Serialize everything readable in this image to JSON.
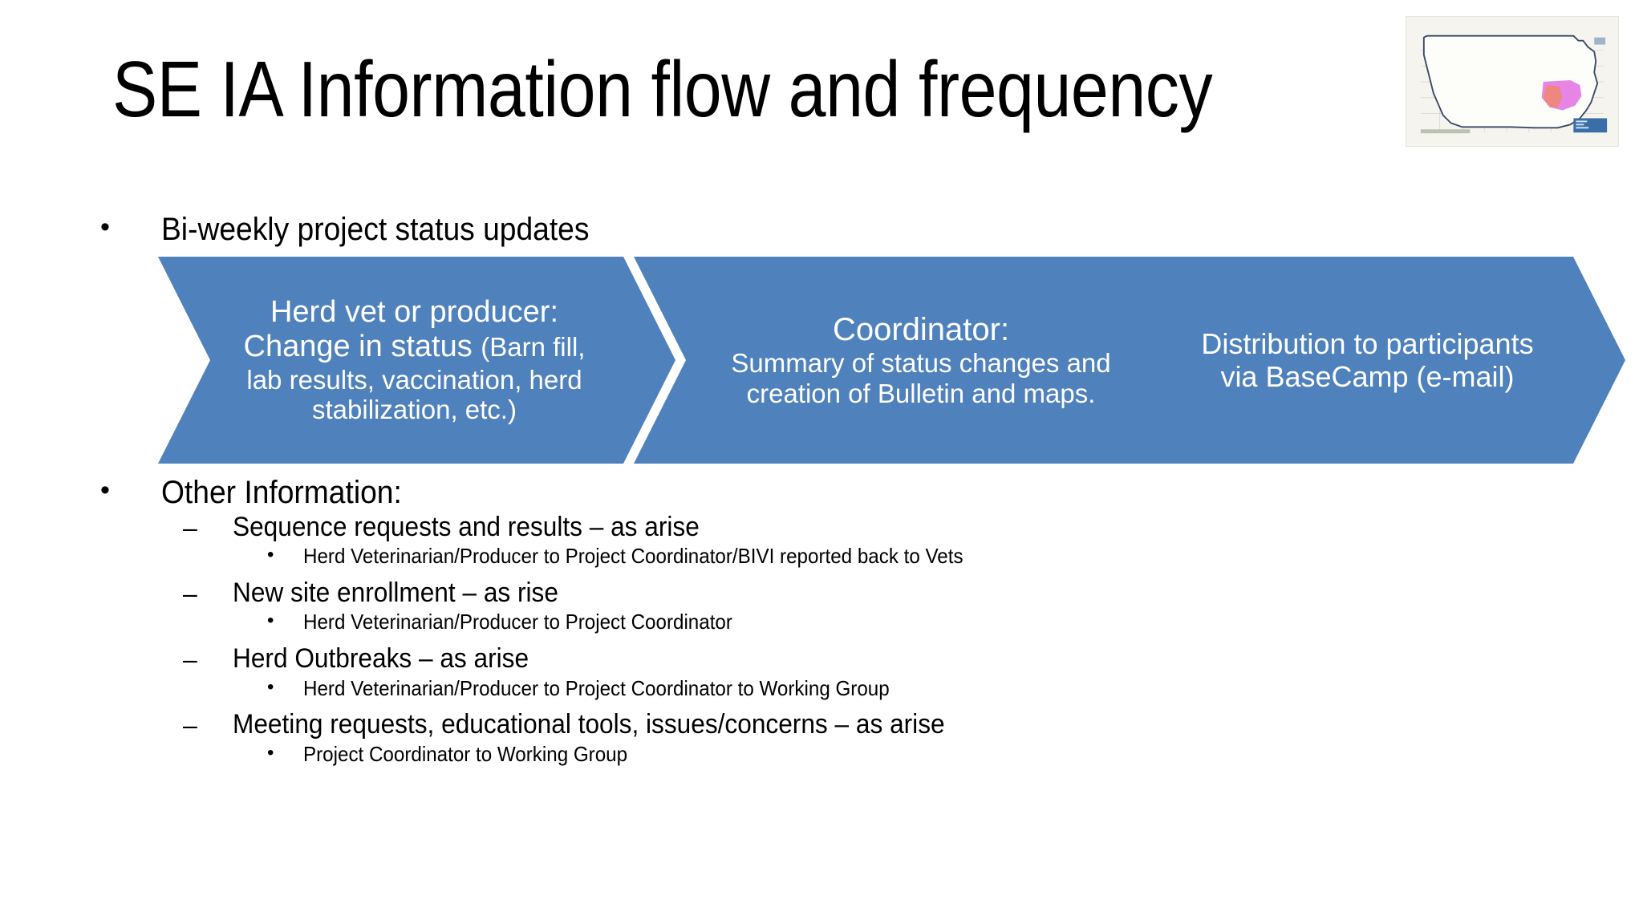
{
  "slide": {
    "title": "SE IA Information flow and frequency",
    "background_color": "#FFFFFF",
    "accent_color": "#4F81BD"
  },
  "picture": {
    "name": "iowa-map-thumbnail",
    "description": "Map of Iowa with southeast counties highlighted in pink and magenta"
  },
  "top_bullet": {
    "marker": "•",
    "text": "Bi-weekly project status updates"
  },
  "process_flow": {
    "steps": [
      {
        "marker": "chevron",
        "head": "Herd vet or producer: Change in status ",
        "body": "(Barn fill, lab results, vaccination, herd stabilization, etc.)"
      },
      {
        "marker": "chevron",
        "head": "Coordinator:",
        "body": "Summary of status changes and creation of Bulletin and maps."
      },
      {
        "marker": "chevron",
        "head": "",
        "body": "Distribution to participants via BaseCamp (e-mail)"
      }
    ]
  },
  "other_information": {
    "marker": "•",
    "heading": "Other Information:",
    "items": [
      {
        "marker": "–",
        "text": "Sequence requests and results – as arise",
        "sub": [
          {
            "marker": "•",
            "text": "Herd Veterinarian/Producer to Project Coordinator/BIVI reported back to Vets"
          }
        ]
      },
      {
        "marker": "–",
        "text": "New site enrollment – as rise",
        "sub": [
          {
            "marker": "•",
            "text": "Herd Veterinarian/Producer to Project Coordinator"
          }
        ]
      },
      {
        "marker": "–",
        "text": "Herd Outbreaks – as arise",
        "sub": [
          {
            "marker": "•",
            "text": "Herd Veterinarian/Producer to Project Coordinator to Working Group"
          }
        ]
      },
      {
        "marker": "–",
        "text": "Meeting requests, educational tools, issues/concerns – as arise",
        "sub": [
          {
            "marker": "•",
            "text": "Project Coordinator to Working Group"
          }
        ]
      }
    ]
  }
}
